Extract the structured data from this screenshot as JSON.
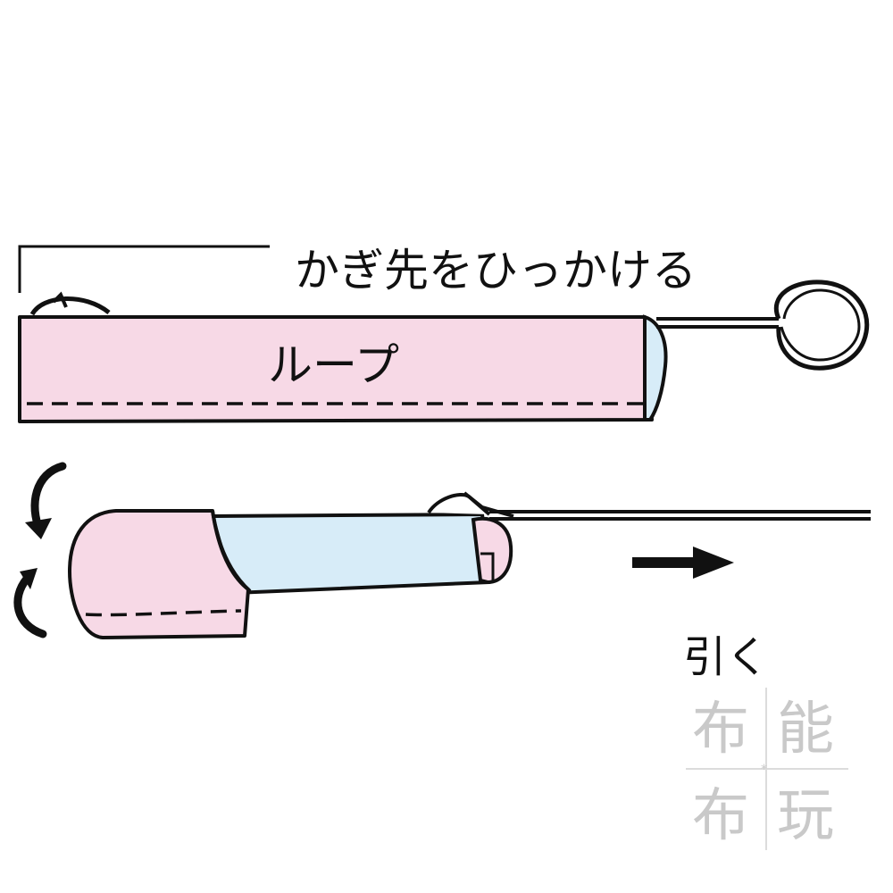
{
  "annotations": {
    "hook_instruction": "かぎ先をひっかける",
    "loop_label": "ループ",
    "pull_label": "引く"
  },
  "watermark": {
    "chars": [
      "布",
      "能",
      "布",
      "玩"
    ]
  },
  "colors": {
    "fabric_outer": "#f7d9e6",
    "fabric_inner": "#d7ecf8",
    "outline": "#111111",
    "watermark_text": "#c9c9c9"
  }
}
